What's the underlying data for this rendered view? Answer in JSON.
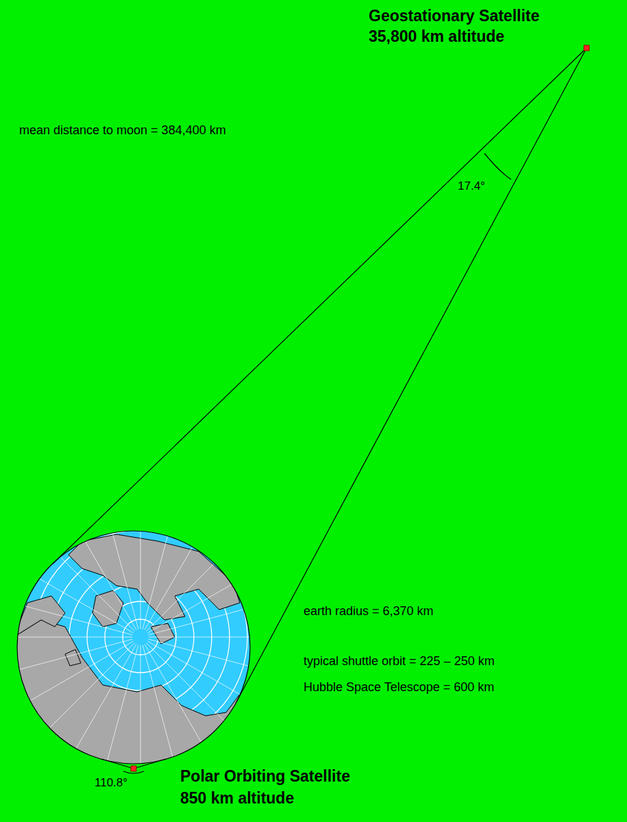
{
  "diagram": {
    "labels": [
      "Geostationary Satellite",
      "35,800 km altitude",
      "mean distance to moon = 384,400 km",
      "17.4°",
      "earth radius = 6,370 km",
      "typical shuttle orbit = 225 – 250 km",
      "Hubble Space Telescope = 600 km",
      "110.8°",
      "Polar Orbiting Satellite",
      "850 km altitude"
    ]
  }
}
